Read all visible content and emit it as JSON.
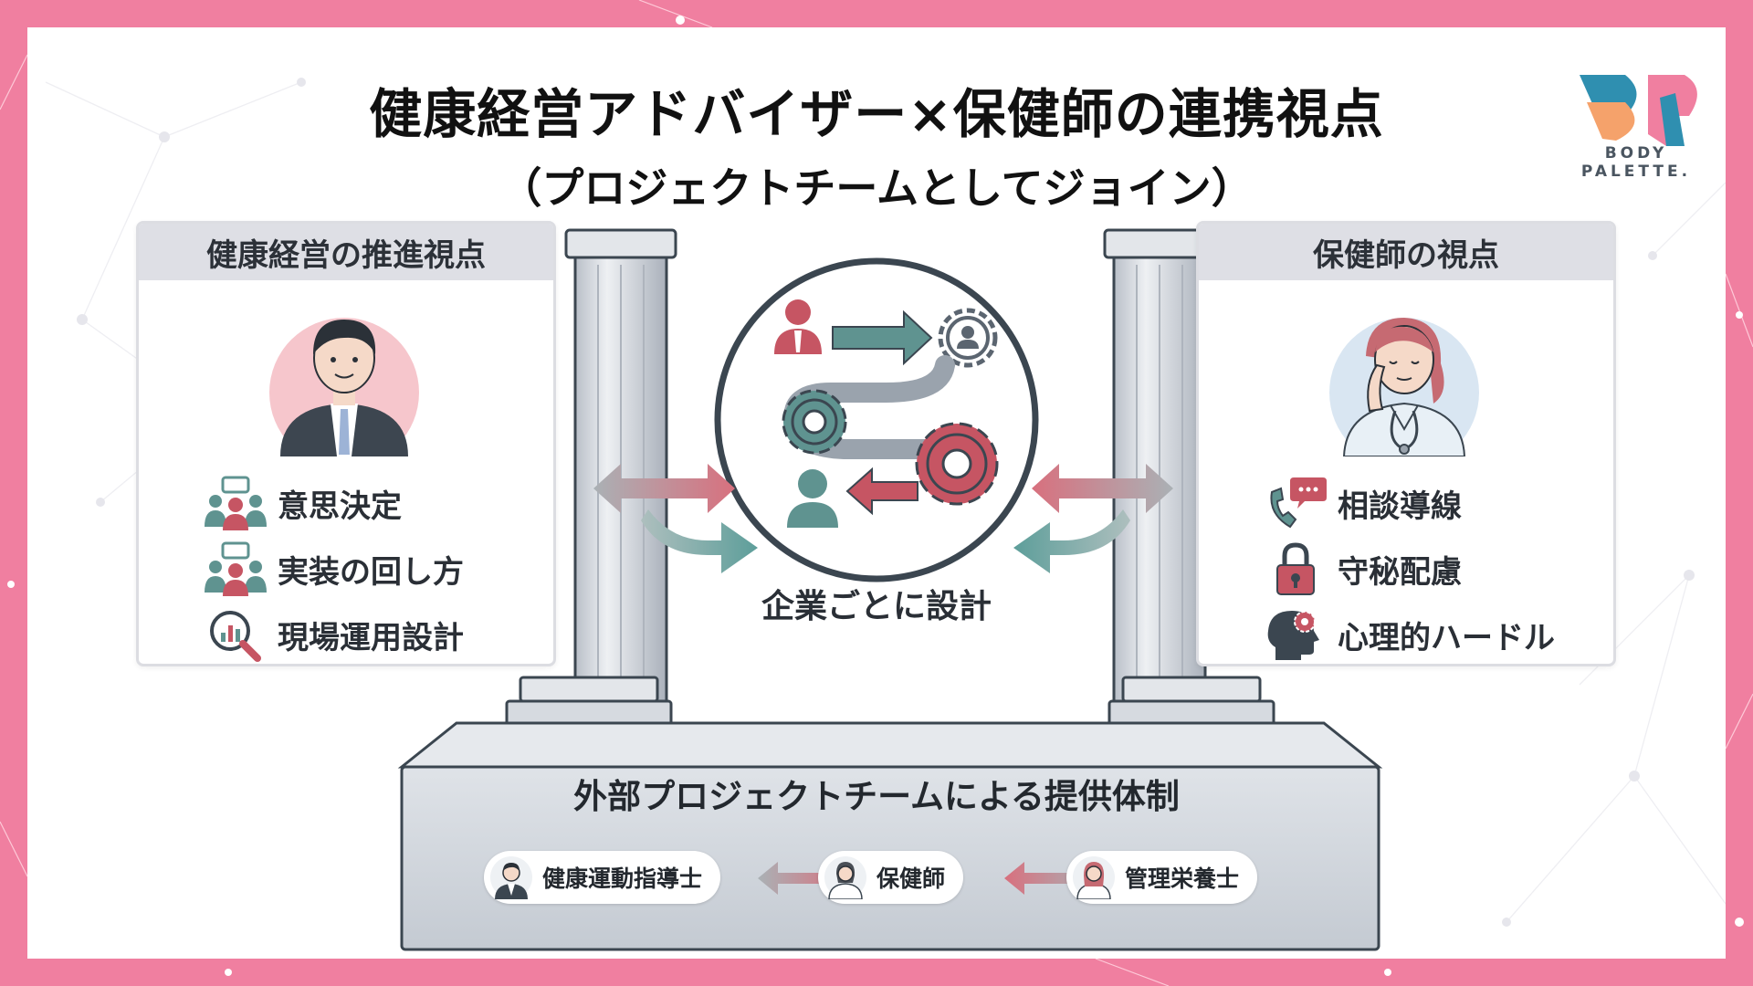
{
  "title": "健康経営アドバイザー×保健師の連携視点",
  "subtitle": "（プロジェクトチームとしてジョイン）",
  "logo": {
    "text": "BODY PALETTE.",
    "colors": [
      "#2f8fb0",
      "#f07fa0",
      "#f5a26b"
    ]
  },
  "left_panel": {
    "title": "健康経営の推進視点",
    "items": [
      {
        "icon": "meeting-icon",
        "label": "意思決定"
      },
      {
        "icon": "team-icon",
        "label": "実装の回し方"
      },
      {
        "icon": "magnifier-chart-icon",
        "label": "現場運用設計"
      }
    ]
  },
  "right_panel": {
    "title": "保健師の視点",
    "items": [
      {
        "icon": "phone-chat-icon",
        "label": "相談導線"
      },
      {
        "icon": "lock-icon",
        "label": "守秘配慮"
      },
      {
        "icon": "head-gear-icon",
        "label": "心理的ハードル"
      }
    ]
  },
  "center": {
    "label": "企業ごとに設計"
  },
  "base": {
    "title": "外部プロジェクトチームによる提供体制",
    "members": [
      {
        "label": "健康運動指導士"
      },
      {
        "label": "保健師"
      },
      {
        "label": "管理栄養士"
      }
    ]
  },
  "colors": {
    "frame": "#f07fa0",
    "pillar": "#c9ced6",
    "arrow_red": "#d8707e",
    "arrow_teal": "#5d9e9a",
    "outline": "#3b4650"
  }
}
